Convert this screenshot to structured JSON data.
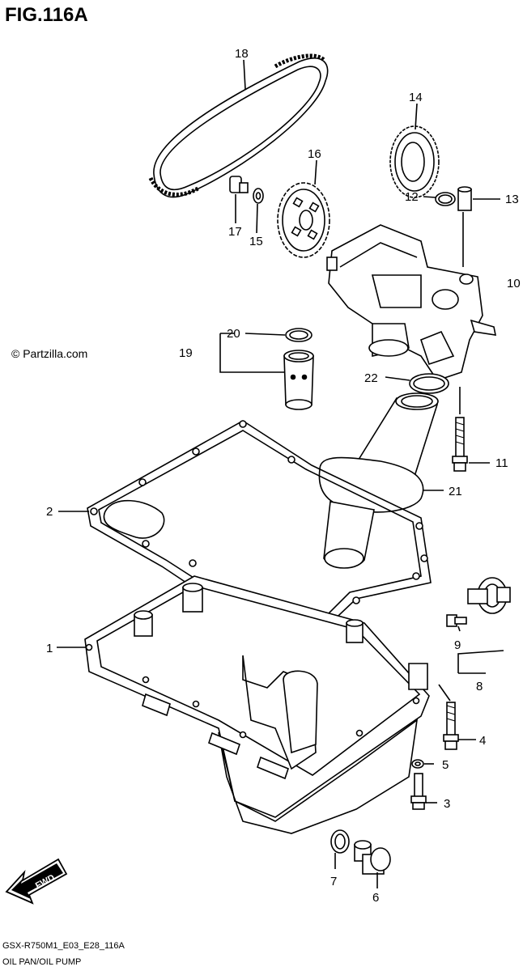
{
  "figure": {
    "title": "FIG.116A",
    "watermark": "© Partzilla.com",
    "model_code": "GSX-R750M1_E03_E28_116A",
    "caption": "OIL PAN/OIL PUMP",
    "fwd_label": "FWD"
  },
  "callouts": [
    {
      "id": "1",
      "label": "1"
    },
    {
      "id": "2",
      "label": "2"
    },
    {
      "id": "3",
      "label": "3"
    },
    {
      "id": "4",
      "label": "4"
    },
    {
      "id": "5",
      "label": "5"
    },
    {
      "id": "6",
      "label": "6"
    },
    {
      "id": "7",
      "label": "7"
    },
    {
      "id": "8",
      "label": "8"
    },
    {
      "id": "9",
      "label": "9"
    },
    {
      "id": "10",
      "label": "10"
    },
    {
      "id": "11",
      "label": "11"
    },
    {
      "id": "12",
      "label": "12"
    },
    {
      "id": "13",
      "label": "13"
    },
    {
      "id": "14",
      "label": "14"
    },
    {
      "id": "15",
      "label": "15"
    },
    {
      "id": "16",
      "label": "16"
    },
    {
      "id": "17",
      "label": "17"
    },
    {
      "id": "18",
      "label": "18"
    },
    {
      "id": "19",
      "label": "19"
    },
    {
      "id": "20",
      "label": "20"
    },
    {
      "id": "21",
      "label": "21"
    },
    {
      "id": "22",
      "label": "22"
    }
  ]
}
